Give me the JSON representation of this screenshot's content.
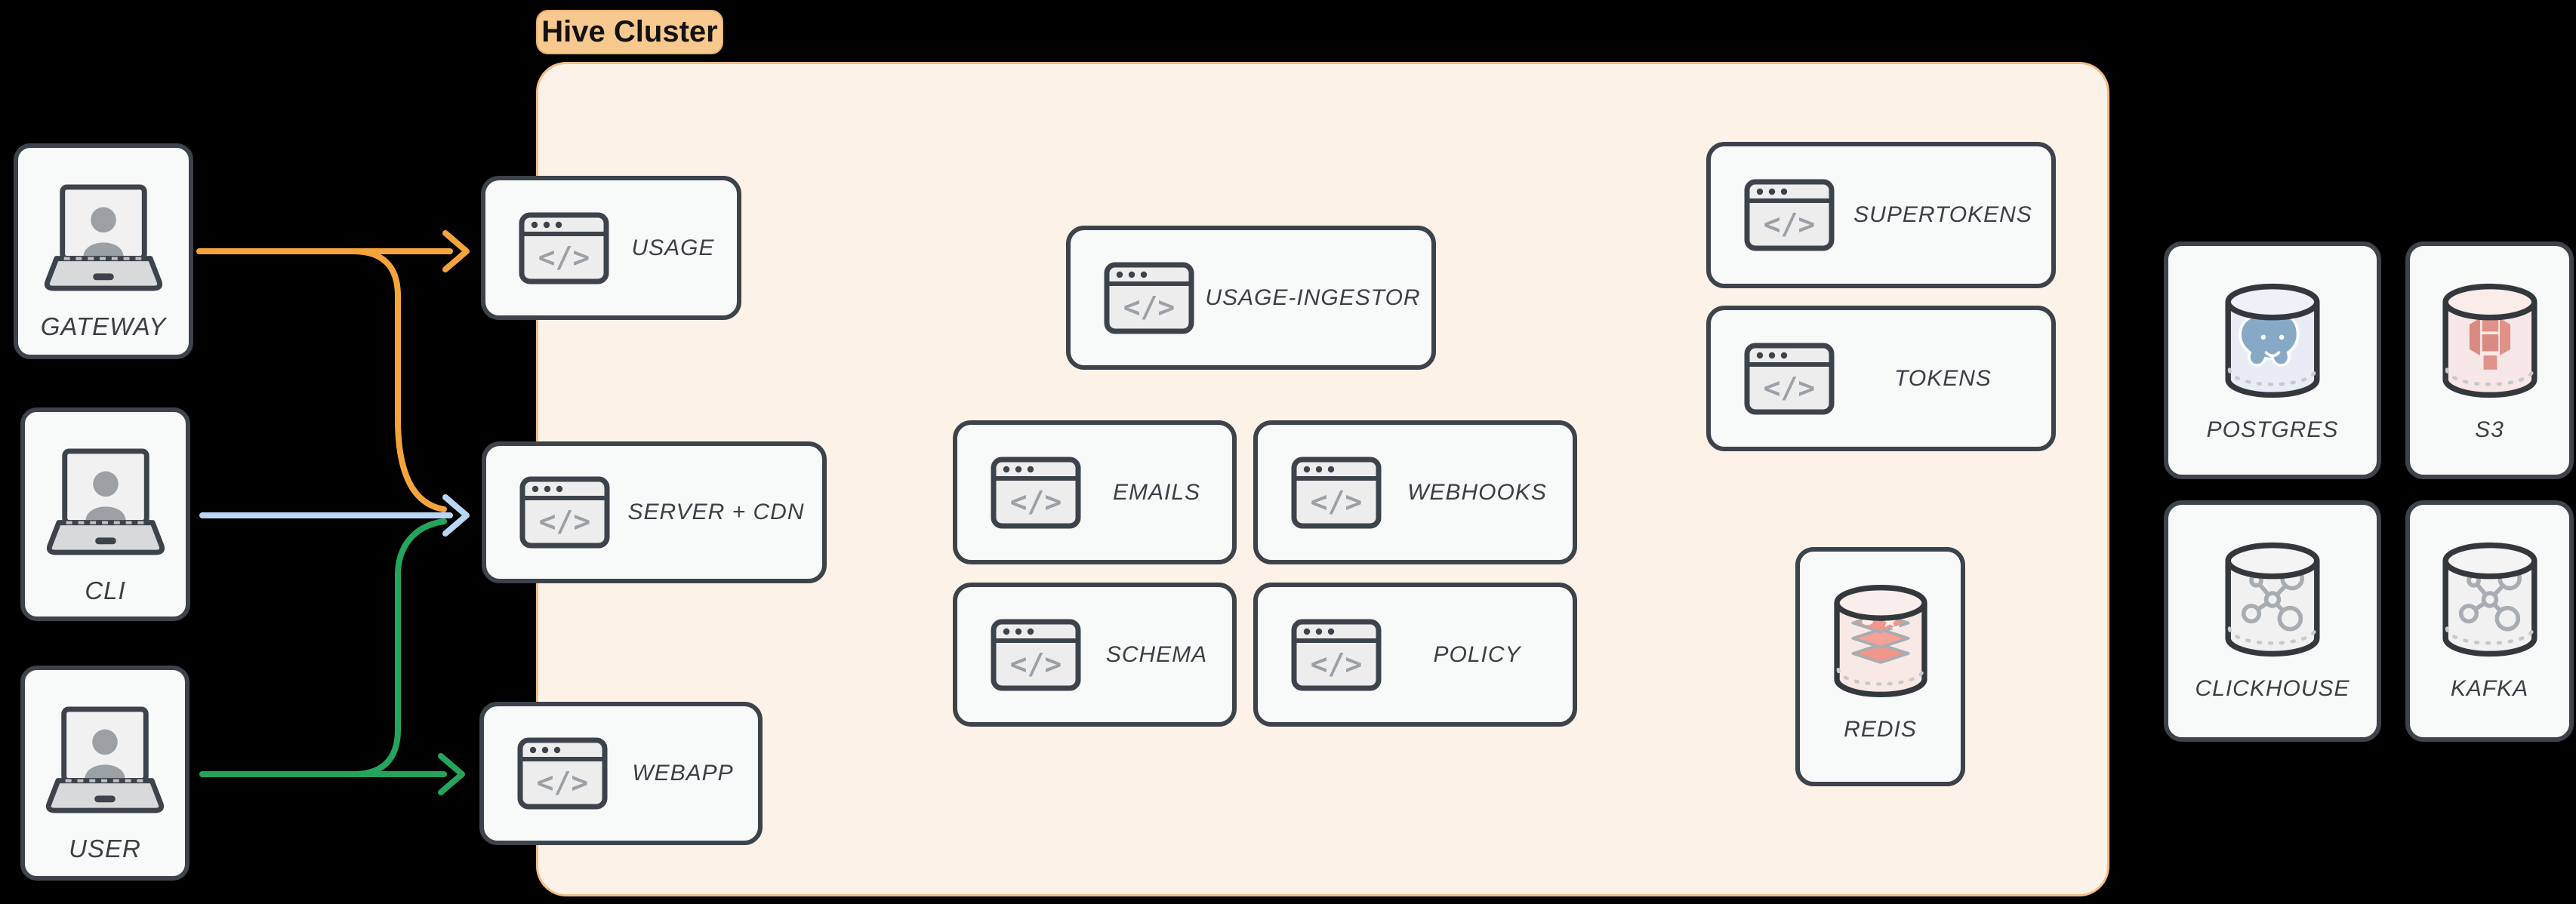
{
  "diagram": {
    "cluster_label": "Hive Cluster",
    "code_glyph": "</>",
    "clients": [
      {
        "label": "GATEWAY"
      },
      {
        "label": "CLI"
      },
      {
        "label": "USER"
      }
    ],
    "services": {
      "usage": "USAGE",
      "server_cdn": "SERVER + CDN",
      "webapp": "WEBAPP",
      "usage_ingestor": "USAGE-INGESTOR",
      "emails": "EMAILS",
      "webhooks": "WEBHOOKS",
      "schema": "SCHEMA",
      "policy": "POLICY",
      "supertokens": "SUPERTOKENS",
      "tokens": "TOKENS"
    },
    "datastores": {
      "redis": "REDIS",
      "postgres": "POSTGRES",
      "s3": "S3",
      "clickhouse": "CLICKHOUSE",
      "kafka": "KAFKA"
    },
    "edges": [
      {
        "from": "GATEWAY",
        "to": "USAGE",
        "color": "#f5a43c"
      },
      {
        "from": "GATEWAY",
        "to": "SERVER + CDN",
        "color": "#f5a43c"
      },
      {
        "from": "CLI",
        "to": "SERVER + CDN",
        "color": "#b9d7f4"
      },
      {
        "from": "USER",
        "to": "SERVER + CDN",
        "color": "#25a45b"
      },
      {
        "from": "USER",
        "to": "WEBAPP",
        "color": "#25a45b"
      }
    ],
    "colors": {
      "background": "#000000",
      "cluster_fill": "#fdf2e8",
      "cluster_border": "#f3bc87",
      "badge_fill": "#f8c98f",
      "node_fill": "#f8f9f9",
      "node_border": "#3d434a",
      "label_text": "#3b4045",
      "edge_orange": "#f5a43c",
      "edge_green": "#25a45b",
      "edge_blue": "#b9d7f4"
    }
  }
}
